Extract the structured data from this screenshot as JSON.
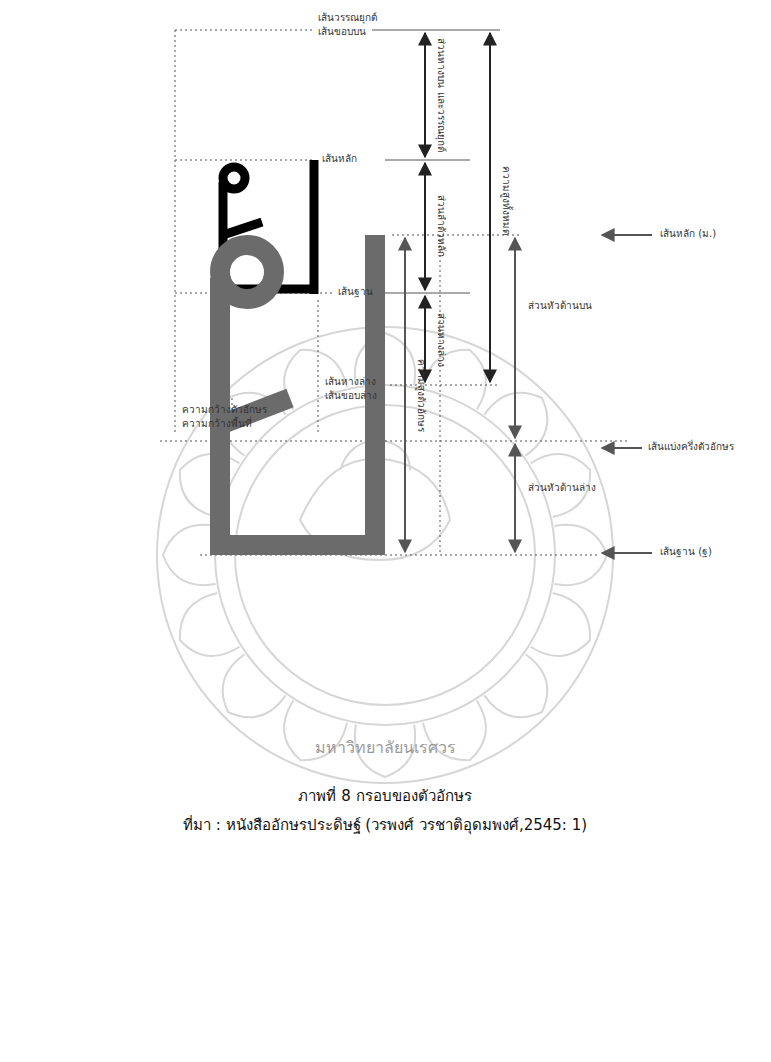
{
  "diagram": {
    "caption": "ภาพที่ 8 กรอบของตัวอักษร",
    "labels": [
      "เส้นวรรณยุกต์",
      "เส้นขอบบน",
      "ส่วนหางบน และวรรณยุกต์",
      "เส้นหลัก",
      "ส่วนลำตัวหลัก",
      "ความสูงทั้งหมด",
      "เส้นฐาน",
      "ส่วนหางล่าง",
      "เส้นหางล่าง",
      "เส้นขอบล่าง",
      "ความกว้างตัวอักษร",
      "ความกว้างพื้นที่",
      "เส้นหลัก (ม.)",
      "ส่วนหัวด้านบน",
      "ความสูงตัวอักษร",
      "เส้นแบ่งครึ่งตัวอักษร",
      "ส่วนหัวด้านล่าง",
      "เส้นฐาน (ฐ)",
      "มหาวิทยาลัยนเรศวร",
      "ที่มา : หนังสืออักษรประดิษฐ์ (วรพงศ์ วรชาติอุดมพงศ์,2545: 1)"
    ]
  }
}
